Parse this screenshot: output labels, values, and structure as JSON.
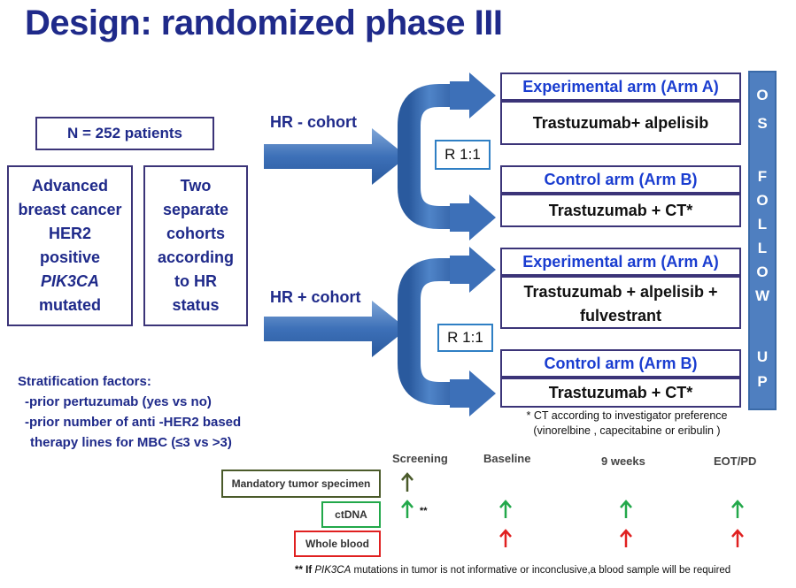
{
  "title": "Design: randomized phase III",
  "patients": "N = 252 patients",
  "left_box_1": [
    "Advanced",
    "breast cancer",
    "HER2",
    "positive",
    "PIK3CA",
    "mutated"
  ],
  "left_box_2": [
    "Two",
    "separate",
    "cohorts",
    "according",
    "to HR",
    "status"
  ],
  "cohort_neg": "HR - cohort",
  "cohort_pos": "HR + cohort",
  "randomization": "R 1:1",
  "arms": {
    "neg_exp_head": "Experimental arm (Arm A)",
    "neg_exp_body": "Trastuzumab+ alpelisib",
    "neg_ctrl_head": "Control arm (Arm B)",
    "neg_ctrl_body": "Trastuzumab + CT*",
    "pos_exp_head": "Experimental arm (Arm A)",
    "pos_exp_body_1": "Trastuzumab + alpelisib +",
    "pos_exp_body_2": "fulvestrant",
    "pos_ctrl_head": "Control arm (Arm B)",
    "pos_ctrl_body": "Trastuzumab + CT*"
  },
  "os_follow_up": [
    "O",
    "S",
    "F",
    "O",
    "L",
    "L",
    "O",
    "W",
    "U",
    "P"
  ],
  "ct_note": [
    "* CT according to investigator preference",
    "(vinorelbine , capecitabine or eribulin )"
  ],
  "stratification": {
    "title": "Stratification factors:",
    "items": [
      "-prior pertuzumab (yes vs no)",
      "-prior number of anti -HER2 based",
      "therapy lines for MBC (≤3 vs >3)"
    ]
  },
  "timeline": {
    "columns": [
      "Screening",
      "Baseline",
      "9 weeks",
      "EOT/PD"
    ],
    "rows": [
      "Mandatory tumor specimen",
      "ctDNA",
      "Whole blood"
    ],
    "star_mark": "**",
    "colors": {
      "tumor": "#4a5a2a",
      "ctdna": "#22a84a",
      "blood": "#e02020"
    }
  },
  "footnote_prefix": "** If ",
  "footnote_gene": "PIK3CA",
  "footnote_suffix": " mutations in tumor is not informative or inconclusive,a blood sample will be required"
}
